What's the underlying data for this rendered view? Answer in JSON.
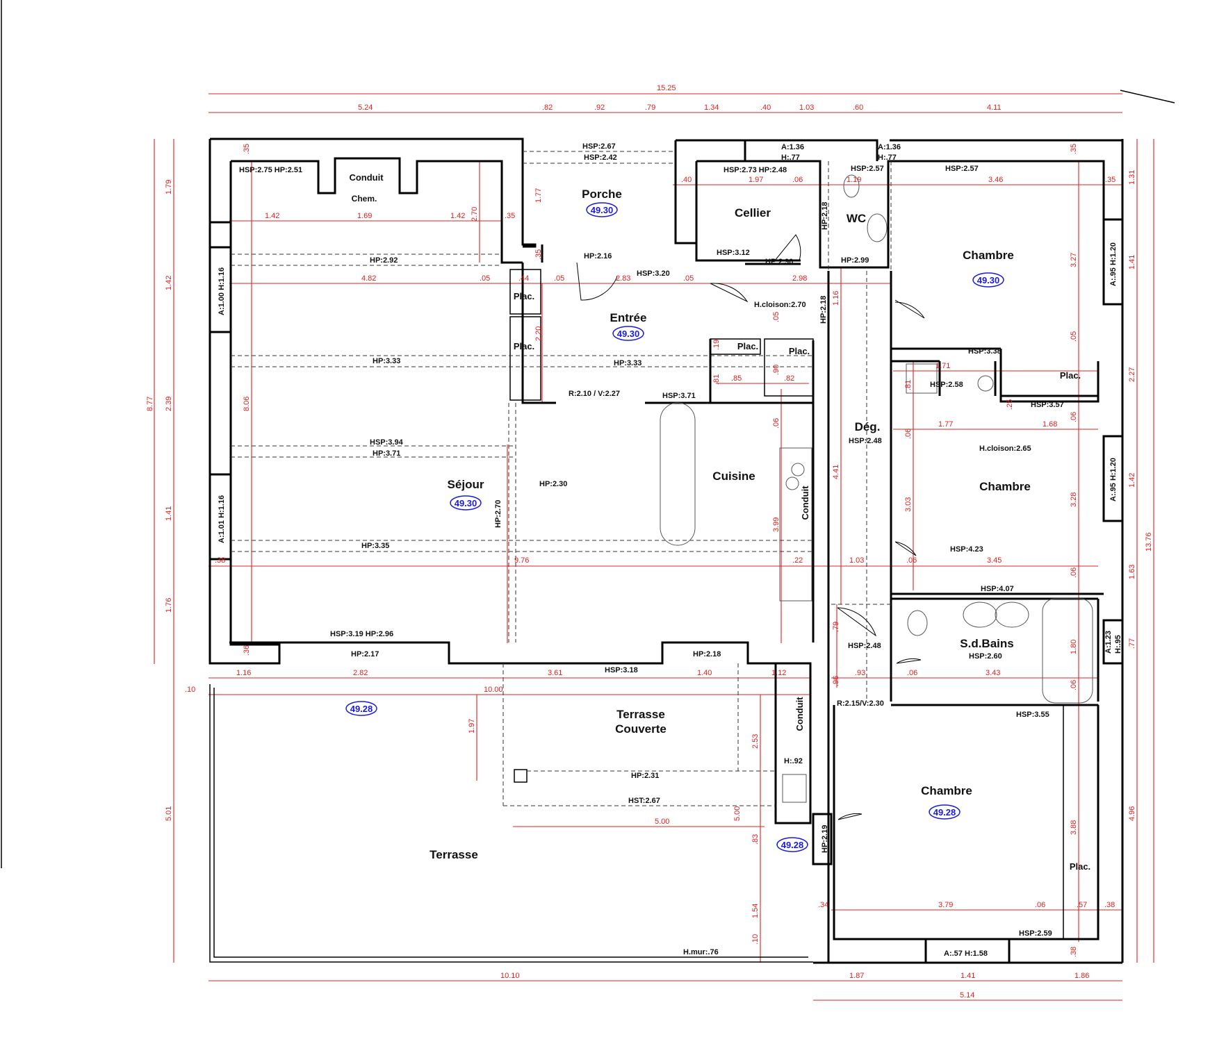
{
  "rooms": {
    "sejour": "Séjour",
    "entree": "Entrée",
    "porche": "Porche",
    "cellier": "Cellier",
    "wc": "WC",
    "cuisine": "Cuisine",
    "deg": "Dég.",
    "chambre_ne": "Chambre",
    "chambre_e": "Chambre",
    "chambre_se": "Chambre",
    "sdb": "S.d.Bains",
    "terrasse": "Terrasse",
    "terrasse_cov_1": "Terrasse",
    "terrasse_cov_2": "Couverte",
    "conduit_top": "Conduit",
    "chem": "Chem.",
    "conduit_kitchen": "Conduit",
    "conduit_terrace": "Conduit",
    "plac_1": "Plac.",
    "plac_2": "Plac.",
    "plac_3": "Plac.",
    "plac_4": "Plac.",
    "plac_5": "Plac.",
    "plac_6": "Plac."
  },
  "levels": {
    "porche": "49.30",
    "entree": "49.30",
    "sejour": "49.30",
    "chambre_ne": "49.30",
    "terrasse_w": "49.28",
    "terrasse_mid": "49.28",
    "chambre_se": "49.28"
  },
  "notes": {
    "n01": "HSP:2.75 HP:2.51",
    "n02": "HSP:2.67",
    "n03": "HSP:2.42",
    "n04": "A:1.36",
    "n05": "H:.77",
    "n06": "A:1.36",
    "n07": "H:.77",
    "n08": "HSP:2.73 HP:2.48",
    "n09": "HSP:2.57",
    "n10": "HSP:2.57",
    "n11": "HP:2.16",
    "n12": "HSP:3.12",
    "n13": "HP:2.90",
    "n14": "HP:2.99",
    "n15": "HP:2.92",
    "n16": "HSP:3.20",
    "n17": "H.cloison:2.70",
    "n18": "HP:3.33",
    "n19": "HP:3.33",
    "n20": "R:2.10 / V:2.27",
    "n21": "HSP:3.71",
    "n22": "HSP:3.38",
    "n23": "HSP:2.58",
    "n24": "HSP:3.57",
    "n25": "HSP:3.94",
    "n26": "HP:3.71",
    "n27": "HP:2.30",
    "n28": "HSP:2.48",
    "n29": "H.cloison:2.65",
    "n30": "HP:3.35",
    "n31": "HSP:4.23",
    "n32": "HSP:4.07",
    "n33": "HSP:3.19 HP:2.96",
    "n34": "HP:2.17",
    "n35": "HP:2.18",
    "n36": "HSP:3.18",
    "n37": "HSP:2.48",
    "n38": "HSP:2.60",
    "n39": "R:2.15/V:2.30",
    "n40": "HSP:3.55",
    "n41": "H:.92",
    "n42": "HP:2.31",
    "n43": "HST:2.67",
    "n44": "HSP:2.59",
    "n45": "A:.57 H:1.58",
    "n46": "H.mur:.76"
  },
  "vnotes": {
    "v01": "A:1.00 H:1.16",
    "v02": "A:1.01 H:1.16",
    "v03": "A:.95 H:1.20",
    "v04": "A:.95 H:1.20",
    "v05": "A:1.23",
    "v06": "H:.95",
    "v07": "HP:2.18",
    "v08": "HP:2.18",
    "v09": "HP:2.70",
    "v10": "HP:2.19"
  },
  "dims_h": {
    "h01": "15.25",
    "h02": "5.24",
    "h03": ".82",
    "h04": ".92",
    "h05": ".79",
    "h06": "1.34",
    "h07": ".40",
    "h08": "1.03",
    "h09": ".60",
    "h10": "4.11",
    "h11": "1.42",
    "h12": "1.69",
    "h13": "1.42",
    "h14": ".35",
    "h15": ".40",
    "h16": "1.97",
    "h17": ".06",
    "h18": "1.19",
    "h19": "3.46",
    "h20": ".35",
    "h21": "4.82",
    "h22": ".05",
    "h23": ".44",
    "h24": ".05",
    "h25": "2.83",
    "h26": ".05",
    "h27": "2.98",
    "h28": ".85",
    "h29": ".82",
    "h30": "1.71",
    "h31": "1.77",
    "h32": "1.68",
    "h33": ".38",
    "h34": "9.76",
    "h35": ".22",
    "h36": "1.03",
    "h37": ".06",
    "h38": "3.45",
    "h39": "1.16",
    "h40": "2.82",
    "h41": "3.61",
    "h42": "1.40",
    "h43": "1.12",
    "h44": ".10",
    "h45": "10.00",
    "h46": ".93",
    "h47": ".06",
    "h48": "3.43",
    "h49": "5.00",
    "h50": ".34",
    "h51": "3.79",
    "h52": ".06",
    "h53": ".57",
    "h54": ".38",
    "h55": "10.10",
    "h56": "1.87",
    "h57": "1.41",
    "h58": "1.86",
    "h59": "5.14"
  },
  "dims_v": {
    "v01": "8.77",
    "v02": "1.79",
    "v03": "1.42",
    "v04": "2.39",
    "v05": "1.41",
    "v06": "1.76",
    "v07": "5.01",
    "v08": ".35",
    "v09": "8.06",
    "v10": ".36",
    "v11": "1.77",
    "v12": ".35",
    "v13": "2.20",
    "v14": "2.70",
    "v15": ".05",
    "v16": ".19",
    "v17": ".81",
    "v18": ".90",
    "v19": ".06",
    "v20": "3.99",
    "v21": "1.16",
    "v22": "4.41",
    "v23": ".79",
    "v24": ".96",
    "v25": ".81",
    "v26": ".25",
    "v27": ".06",
    "v28": "3.03",
    "v29": ".35",
    "v30": "3.27",
    "v31": ".05",
    "v32": ".06",
    "v33": "3.28",
    "v34": ".06",
    "v35": "1.80",
    "v36": ".06",
    "v37": "3.88",
    "v38": ".38",
    "v39": "1.31",
    "v40": "1.41",
    "v41": "2.27",
    "v42": "1.42",
    "v43": "1.63",
    "v44": ".77",
    "v45": "4.96",
    "v46": "13.76",
    "v47": "1.97",
    "v48": "2.53",
    "v49": "5.00",
    "v50": ".83",
    "v51": "1.54",
    "v52": ".10"
  }
}
